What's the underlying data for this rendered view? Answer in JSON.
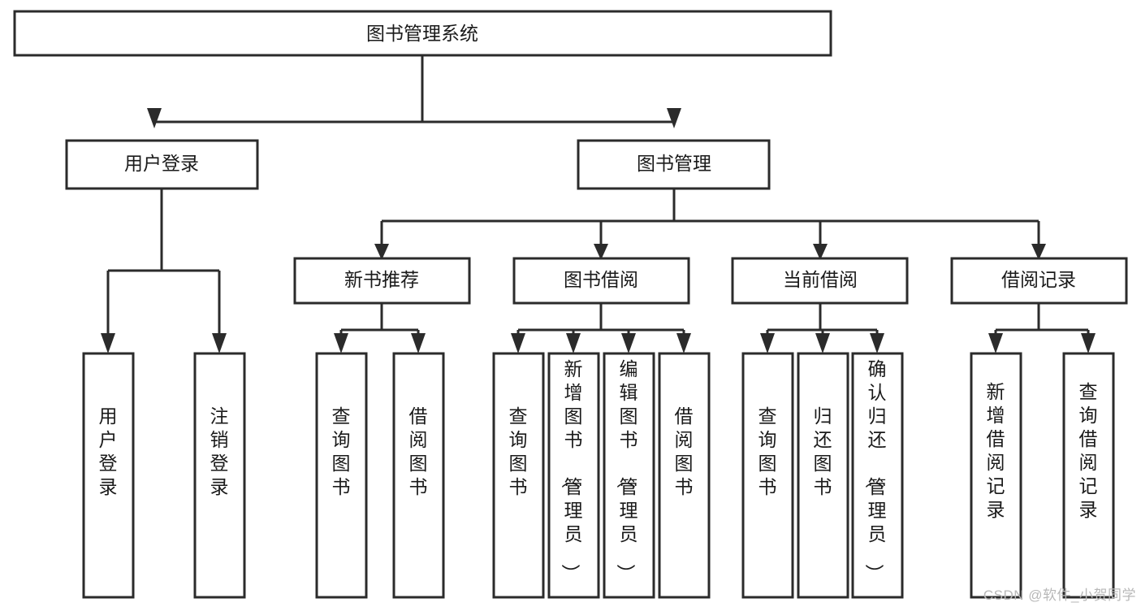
{
  "diagram": {
    "title": "图书管理系统",
    "type": "tree-hierarchy-diagram",
    "colors": {
      "box_stroke": "#2b2b2b",
      "box_fill": "#ffffff",
      "text": "#1a1a1a",
      "background": "#ffffff",
      "watermark": "#b8b8b8"
    },
    "root": {
      "label": "图书管理系统"
    },
    "level2": [
      {
        "label": "用户登录"
      },
      {
        "label": "图书管理"
      }
    ],
    "level3": [
      {
        "label": "新书推荐"
      },
      {
        "label": "图书借阅"
      },
      {
        "label": "当前借阅"
      },
      {
        "label": "借阅记录"
      }
    ],
    "leaves": {
      "user_login": [
        {
          "label": "用户登录"
        },
        {
          "label": "注销登录"
        }
      ],
      "new_book_recommend": [
        {
          "label": "查询图书"
        },
        {
          "label": "借阅图书"
        }
      ],
      "book_borrow": [
        {
          "label": "查询图书"
        },
        {
          "label": "新增图书（管理员）"
        },
        {
          "label": "编辑图书（管理员）"
        },
        {
          "label": "借阅图书"
        }
      ],
      "current_borrow": [
        {
          "label": "查询图书"
        },
        {
          "label": "归还图书"
        },
        {
          "label": "确认归还（管理员）"
        }
      ],
      "borrow_record": [
        {
          "label": "新增借阅记录"
        },
        {
          "label": "查询借阅记录"
        }
      ]
    }
  },
  "watermark": {
    "text": "CSDN @软件_小贺同学"
  }
}
